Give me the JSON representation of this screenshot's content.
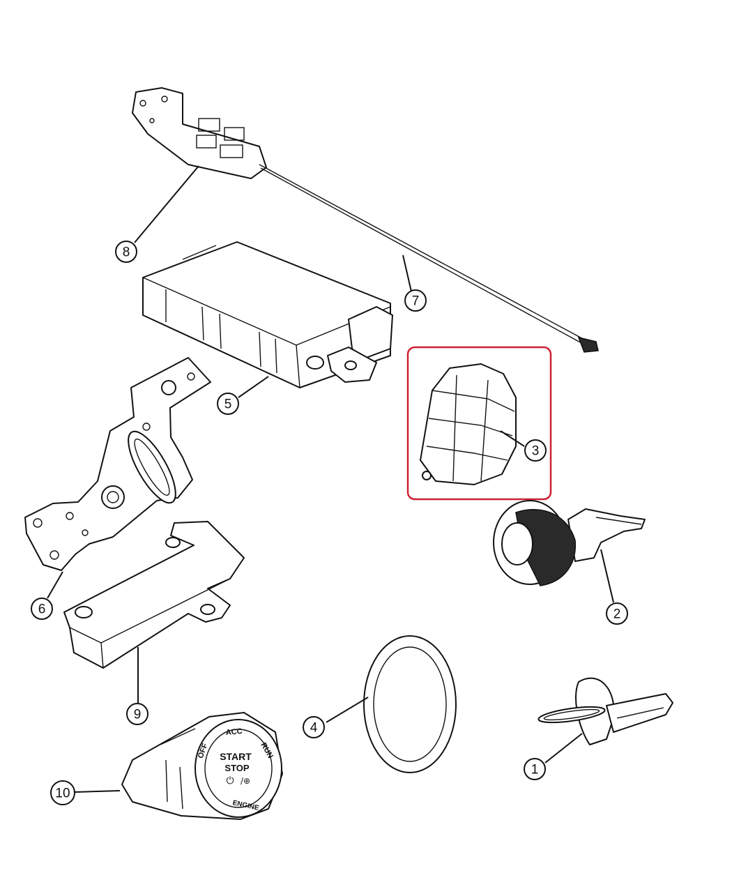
{
  "callouts": {
    "c1": "1",
    "c2": "2",
    "c3": "3",
    "c4": "4",
    "c5": "5",
    "c6": "6",
    "c7": "7",
    "c8": "8",
    "c9": "9",
    "c10": "10"
  },
  "start_button": {
    "acc": "ACC",
    "run": "RUN",
    "off": "OFF",
    "start": "START",
    "stop": "STOP",
    "engine": "ENGINE"
  },
  "colors": {
    "highlight_box": "#cc2233",
    "line": "#111111"
  }
}
